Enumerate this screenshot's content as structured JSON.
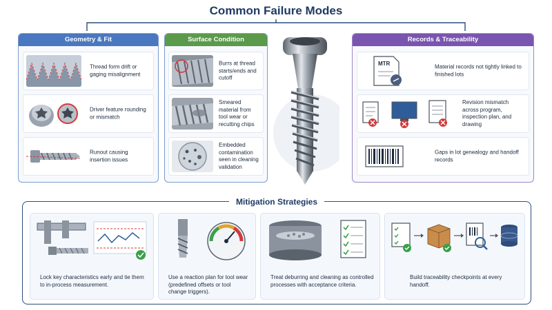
{
  "title": "Common Failure Modes",
  "panels": {
    "geometry": {
      "title": "Geometry & Fit",
      "color": "#4a78c0",
      "items": [
        {
          "text": "Thread form drift or gaging misalignment"
        },
        {
          "text": "Driver feature rounding or mismatch"
        },
        {
          "text": "Runout causing insertion issues"
        }
      ]
    },
    "surface": {
      "title": "Surface Condition",
      "color": "#5a9a4a",
      "items": [
        {
          "text": "Burrs at thread starts/ends and cutoff"
        },
        {
          "text": "Smeared material from tool wear or recutting chips"
        },
        {
          "text": "Embedded contamination seen in cleaning validation"
        }
      ]
    },
    "records": {
      "title": "Records & Traceability",
      "color": "#7a55b0",
      "items": [
        {
          "text": "Material records not tightly linked to finished lots",
          "icon_label": "MTR"
        },
        {
          "text": "Revision mismatch across program, inspection plan, and drawing"
        },
        {
          "text": "Gaps in lot genealogy and handoff records"
        }
      ]
    }
  },
  "mitigation": {
    "title": "Mitigation Strategies",
    "cards": [
      {
        "text": "Lock key characteristics early and tie them to in-process measurement."
      },
      {
        "text": "Use a reaction plan for tool wear (predefined offsets or tool change triggers)."
      },
      {
        "text": "Treat deburring and cleaning as controlled processes with acceptance criteria."
      },
      {
        "text": "Build traceability checkpoints at every handoff."
      }
    ]
  }
}
